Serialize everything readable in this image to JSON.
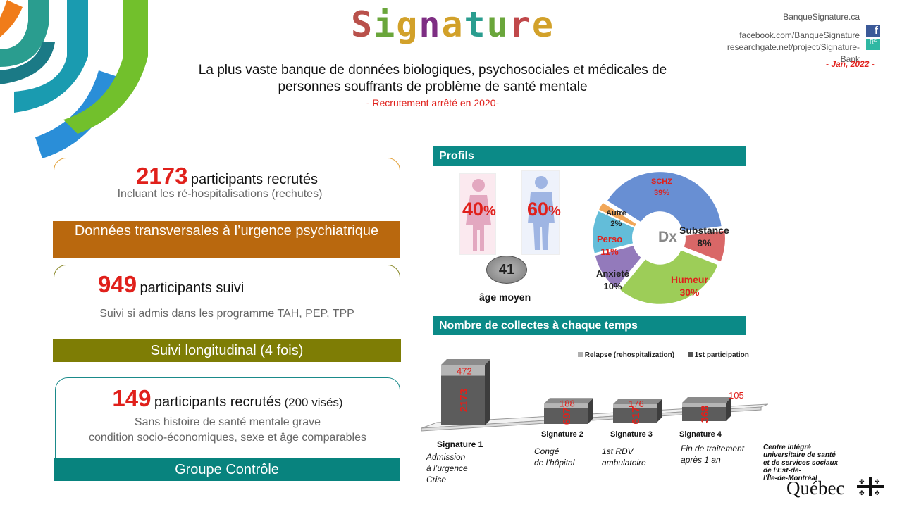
{
  "header": {
    "logo_letters": [
      "S",
      "i",
      "g",
      "n",
      "a",
      "t",
      "u",
      "r",
      "e"
    ],
    "logo_colors": [
      "#b9514b",
      "#6aa63b",
      "#d2a12a",
      "#7e2e83",
      "#d2a12a",
      "#2a9d8f",
      "#6aa63b",
      "#c0484a",
      "#d2a12a"
    ],
    "links": [
      "BanqueSignature.ca",
      "facebook.com/BanqueSignature",
      "researchgate.net/project/Signature-",
      "Bank"
    ],
    "date": "- Jan, 2022 -",
    "fb_icon": "f",
    "rg_icon": "Rᴳ",
    "tagline_line1": "La plus vaste banque de données biologiques, psychosociales et médicales de",
    "tagline_line2": "personnes souffrants de problème de santé mentale",
    "recruit_note": "- Recrutement arrêté en 2020-"
  },
  "cards": [
    {
      "number": "2173",
      "text": "participants recrutés",
      "extra": "",
      "sub": "Incluant les ré-hospitalisations (rechutes)",
      "band": "Données transversales à l’urgence psychiatrique"
    },
    {
      "number": "949",
      "text": "participants suivi",
      "extra": "",
      "sub": "Suivi si admis dans les programme TAH, PEP, TPP",
      "band": "Suivi longitudinal (4 fois)"
    },
    {
      "number": "149",
      "text": "participants recrutés",
      "extra": "(200 visés)",
      "sub1": "Sans histoire de santé mentale grave",
      "sub2": "condition socio-économiques, sexe et âge comparables",
      "band": "Groupe Contrôle"
    }
  ],
  "profiles": {
    "title": "Profils",
    "female_pct": "40",
    "male_pct": "60",
    "pct_sign": "%",
    "age_value": "41",
    "age_label": "âge moyen",
    "dx_label": "Dx"
  },
  "dx_chart": {
    "type": "pie",
    "slices": [
      {
        "label": "SCHZ",
        "value": 39,
        "value_label": "39%",
        "color": "#5b86cf"
      },
      {
        "label": "Substance",
        "value": 8,
        "value_label": "8%",
        "color": "#d65a5a"
      },
      {
        "label": "Humeur",
        "value": 30,
        "value_label": "30%",
        "color": "#95c94a"
      },
      {
        "label": "Anxieté",
        "value": 10,
        "value_label": "10%",
        "color": "#8a6fb5"
      },
      {
        "label": "Perso",
        "value": 11,
        "value_label": "11%",
        "color": "#56b7d6"
      },
      {
        "label": "Autre",
        "value": 2,
        "value_label": "2%",
        "color": "#f0a04b"
      }
    ]
  },
  "collectes": {
    "title": "Nombre de collectes à chaque temps",
    "legend": [
      "Relapse (rehospitalization)",
      "1st participation"
    ],
    "legend_colors": [
      "#b0b0b0",
      "#555555"
    ]
  },
  "chart_data": {
    "type": "bar",
    "categories": [
      "Signature 1",
      "Signature 2",
      "Signature 3",
      "Signature 4"
    ],
    "series": [
      {
        "name": "1st participation",
        "values": [
          2173,
          697,
          617,
          368
        ]
      },
      {
        "name": "Relapse (rehospitalization)",
        "values": [
          472,
          188,
          176,
          105
        ]
      }
    ]
  },
  "timepoints": [
    {
      "label": "Signature 1",
      "desc": [
        "Admission",
        "à l’urgence",
        "Crise"
      ]
    },
    {
      "label": "Signature 2",
      "desc": [
        "Congé",
        "de  l’hôpital"
      ]
    },
    {
      "label": "Signature 3",
      "desc": [
        "1st RDV",
        "ambulatoire"
      ]
    },
    {
      "label": "Signature 4",
      "desc": [
        "Fin de traitement",
        "après 1 an"
      ]
    }
  ],
  "footer": {
    "ciusss": [
      "Centre intégré",
      "universitaire de santé",
      "et de services sociaux",
      "de l’Est-de-",
      "l’Île-de-Montréal"
    ],
    "quebec": "Québec"
  }
}
